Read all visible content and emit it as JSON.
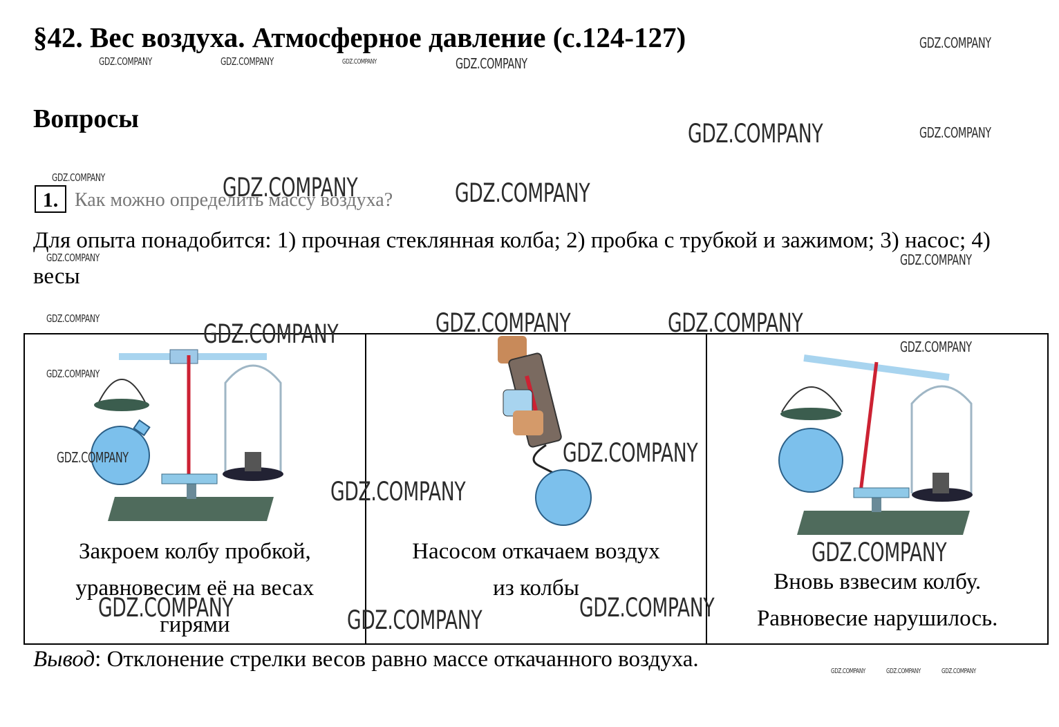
{
  "title": "§42. Вес воздуха. Атмосферное давление (с.124-127)",
  "section": "Вопросы",
  "question": {
    "number": "1.",
    "text": "Как можно определить массу воздуха?"
  },
  "equipment": "Для опыта понадобится: 1) прочная стеклянная колба; 2) пробка с трубкой и зажимом; 3) насос; 4) весы",
  "panels": [
    {
      "caption_lines": [
        "Закроем колбу пробкой,",
        "уравновесим её на весах",
        "гирями"
      ]
    },
    {
      "caption_lines": [
        "Насосом откачаем воздух",
        "из колбы"
      ]
    },
    {
      "caption_lines": [
        "Вновь взвесим колбу.",
        "Равновесие нарушилось."
      ]
    }
  ],
  "conclusion": {
    "label": "Вывод",
    "text": ": Отклонение стрелки весов равно массе откачанного воздуха."
  },
  "watermark": "GDZ.COMPANY",
  "colors": {
    "flask": "#7cc0ec",
    "beam": "#a8d4ef",
    "pointer": "#cc2233",
    "base": "#4f6b5c",
    "scale": "#8fc9e8"
  }
}
